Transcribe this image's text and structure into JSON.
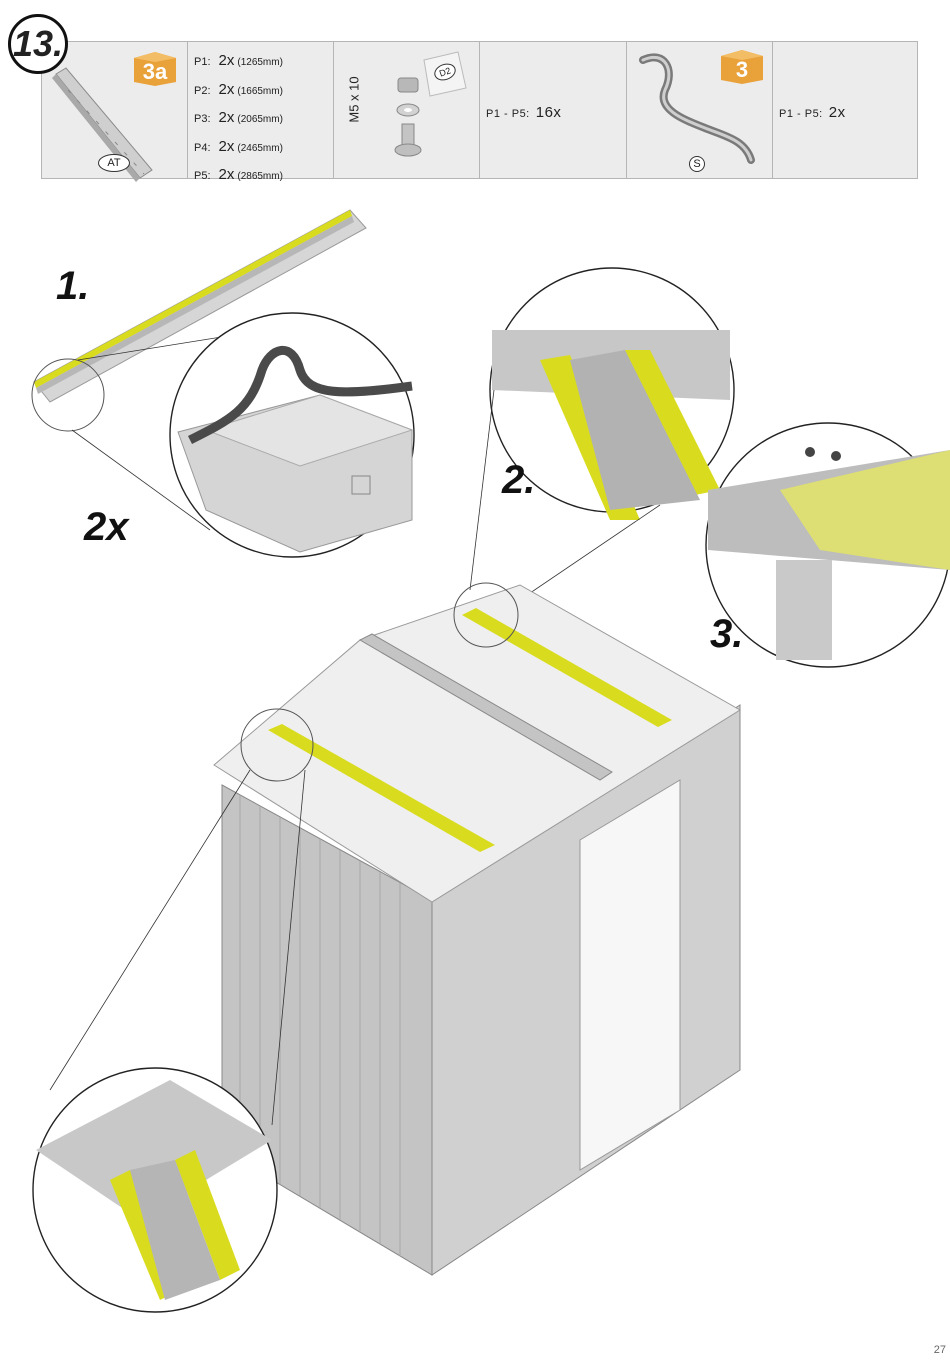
{
  "step": {
    "number": "13."
  },
  "parts_table": {
    "rail": {
      "box_label": "3a",
      "code": "AT"
    },
    "rail_counts": [
      {
        "id": "P1:",
        "count": "2x",
        "length": "(1265mm)"
      },
      {
        "id": "P2:",
        "count": "2x",
        "length": "(1665mm)"
      },
      {
        "id": "P3:",
        "count": "2x",
        "length": "(2065mm)"
      },
      {
        "id": "P4:",
        "count": "2x",
        "length": "(2465mm)"
      },
      {
        "id": "P5:",
        "count": "2x",
        "length": "(2865mm)"
      }
    ],
    "screw": {
      "size_label": "M5 x 10",
      "bag_label": "D2"
    },
    "screw_qty": {
      "range": "P1 - P5:",
      "count": "16x"
    },
    "seal": {
      "box_label": "3",
      "code": "S"
    },
    "seal_qty": {
      "range": "P1 - P5:",
      "count": "2x"
    }
  },
  "substeps": {
    "s1": "1.",
    "s1_qty": "2x",
    "s2": "2.",
    "s3": "3."
  },
  "page_number": "27",
  "colors": {
    "highlight": "#d9dc1e",
    "box": "#e9a13a",
    "metal": "#bcbcbc"
  }
}
